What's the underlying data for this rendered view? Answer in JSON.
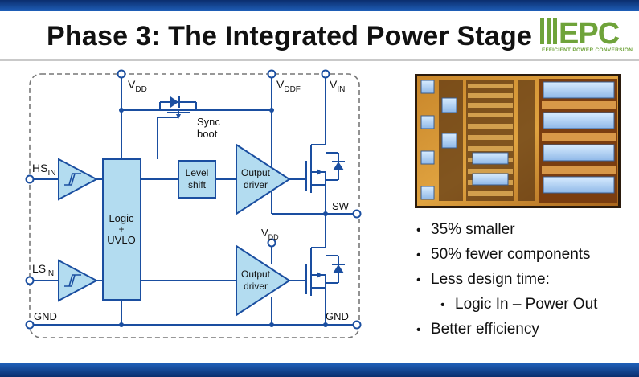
{
  "title": "Phase 3: The Integrated Power Stage",
  "logo": {
    "letters": "EPC",
    "tagline": "EFFICIENT POWER CONVERSION"
  },
  "colors": {
    "accent_blue": "#1f5fb8",
    "line_blue": "#1a4ea0",
    "logo_green": "#6fa33a"
  },
  "diagram": {
    "vdd": {
      "main": "V",
      "sub": "DD"
    },
    "vddf": {
      "main": "V",
      "sub": "DDF"
    },
    "vin": {
      "main": "V",
      "sub": "IN"
    },
    "vdd2": {
      "main": "V",
      "sub": "DD"
    },
    "sync_boot": [
      "Sync",
      "boot"
    ],
    "hs_in": {
      "main": "HS",
      "sub": "IN"
    },
    "ls_in": {
      "main": "LS",
      "sub": "IN"
    },
    "logic_block": [
      "Logic",
      "+",
      "UVLO"
    ],
    "level_shift": [
      "Level",
      "shift"
    ],
    "output_driver_top": [
      "Output",
      "driver"
    ],
    "output_driver_bottom": [
      "Output",
      "driver"
    ],
    "sw": "SW",
    "gnd_left": "GND",
    "gnd_right": "GND"
  },
  "bullets": [
    {
      "text": "35% smaller",
      "marker": "•",
      "level": 1
    },
    {
      "text": "50% fewer components",
      "marker": "•",
      "level": 1
    },
    {
      "text": "Less design time:",
      "marker": "•",
      "level": 1
    },
    {
      "text": "Logic In – Power Out",
      "marker": "•",
      "level": 2
    },
    {
      "text": "Better efficiency",
      "marker": "•",
      "level": 1
    }
  ]
}
